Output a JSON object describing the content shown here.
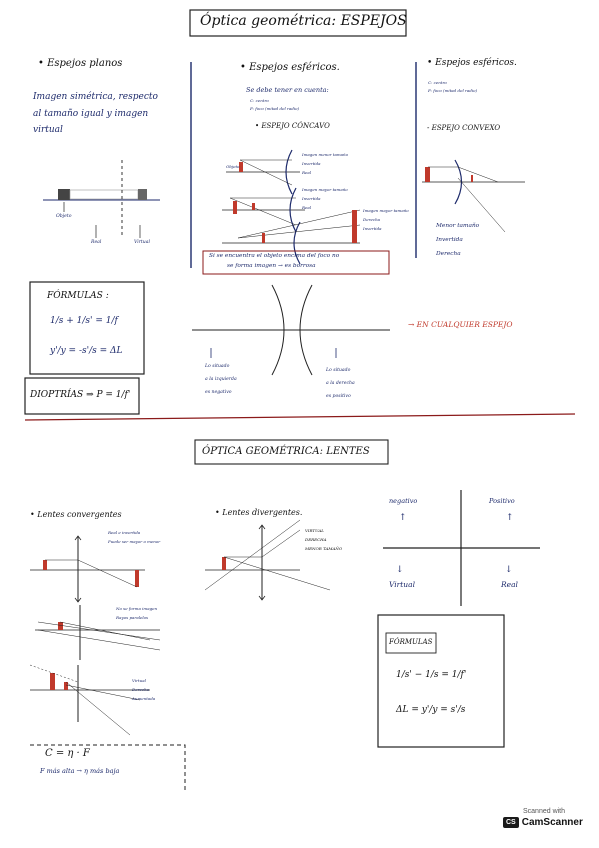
{
  "titles": {
    "mirrors": "Óptica geométrica: ESPEJOS",
    "lenses": "ÓPTICA GEOMÉTRICA: LENTES"
  },
  "mirrors": {
    "flat": {
      "heading": "• Espejos planos",
      "desc1": "Imagen simétrica, respecto",
      "desc2": "al tamaño igual y imagen",
      "desc3": "virtual",
      "object_label": "Objeto",
      "real_label": "Real",
      "virtual_label": "Virtual"
    },
    "spherical": {
      "heading": "• Espejos esféricos.",
      "note": "Se debe tener en cuenta:",
      "c_note": "C: centro",
      "f_note": "F: foco (mitad del radio)",
      "concave": "• ESPEJO CÓNCAVO",
      "obj_label": "Objeto",
      "d1_l1": "Imagen menor tamaño",
      "d1_l2": "Invertida",
      "d1_l3": "Real",
      "d2_l1": "Imagen mayor tamaño",
      "d2_l2": "Invertida",
      "d2_l3": "Real",
      "d3_l1": "Imagen mayor tamaño",
      "d3_l2": "Derecha",
      "d3_l3": "Invertida",
      "note_box1": "Si se encuentra el objeto encima del foco no",
      "note_box2": "se forma imagen → es borrosa"
    },
    "spherical2": {
      "heading": "• Espejos esféricos.",
      "c_note": "C: centro",
      "f_note": "F: foco (mitad del radio)",
      "convex": "- ESPEJO CONVEXO",
      "r1": "Menor tamaño",
      "r2": "Invertida",
      "r3": "Derecha"
    },
    "formulas": {
      "title": "FÓRMULAS :",
      "f1": "1/s + 1/s' = 1/f",
      "f2": "y'/y = -s'/s = ΔL",
      "dioptrias": "DIOPTRÍAS ⇒ P = 1/f'"
    },
    "signs": {
      "left1": "Lo situado",
      "left2": "a la izquierda",
      "left3": "es negativo",
      "right1": "Lo situado",
      "right2": "a la derecha",
      "right3": "es positivo",
      "any_mirror": "→ EN CUALQUIER ESPEJO"
    }
  },
  "lenses": {
    "convergent": {
      "heading": "• Lentes convergentes",
      "d1_l1": "Real e invertida",
      "d1_l2": "Puede ser mayor o menor",
      "d2_l1": "No se forma imagen",
      "d2_l2": "Rayos paralelos",
      "d3_l1": "Virtual",
      "d3_l2": "Derecha",
      "d3_l3": "Aumentada"
    },
    "divergent": {
      "heading": "• Lentes divergentes.",
      "l1": "VIRTUAL",
      "l2": "DERECHA",
      "l3": "MENOR TAMAÑO"
    },
    "signs": {
      "neg": "negativo",
      "pos": "Positivo",
      "virtual": "Virtual",
      "real": "Real"
    },
    "formulas": {
      "title": "FÓRMULAS",
      "f1": "1/s' − 1/s = 1/f'",
      "f2": "ΔL = y'/y = s'/s"
    },
    "power": {
      "f1": "C = η · F",
      "f2": "F más alta → η más baja"
    }
  },
  "watermark": {
    "scanned": "Scanned with",
    "brand": "CamScanner",
    "badge": "CS"
  },
  "colors": {
    "ink_blue": "#1d2a6b",
    "ink_black": "#111111",
    "red": "#c0392b",
    "divider": "#8b1a1a"
  }
}
